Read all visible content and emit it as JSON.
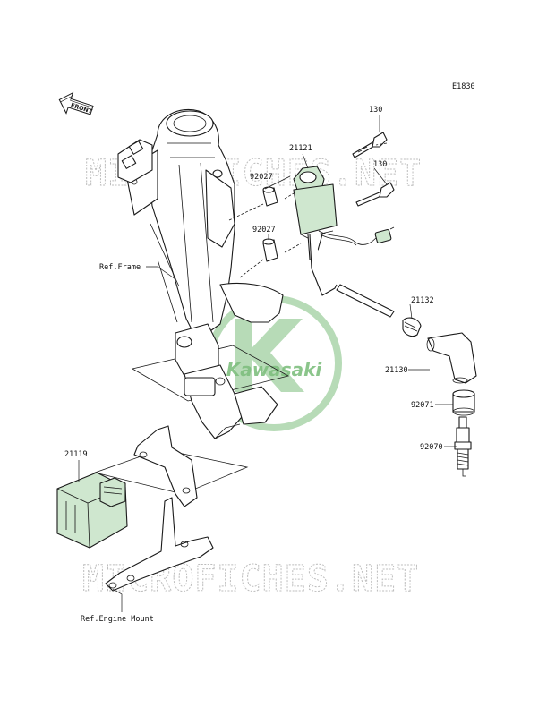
{
  "diagram": {
    "code": "E1830",
    "watermark": "MICROFICHES.NET",
    "logo_text": "Kawasaki",
    "front_arrow": "FRONT",
    "labels": {
      "bolt_upper": "130",
      "bolt_lower": "130",
      "coil": "21121",
      "collar_upper": "92027",
      "collar_lower": "92027",
      "frame": "Ref.Frame",
      "spring": "21132",
      "cap": "21130",
      "seal": "92071",
      "plug": "92070",
      "igniter": "21119",
      "engine_mount": "Ref.Engine Mount"
    },
    "colors": {
      "line": "#1a1a1a",
      "shade": "#cfe7cf",
      "logo": "#9fcf9f",
      "watermark": "#bdbdbd"
    }
  }
}
